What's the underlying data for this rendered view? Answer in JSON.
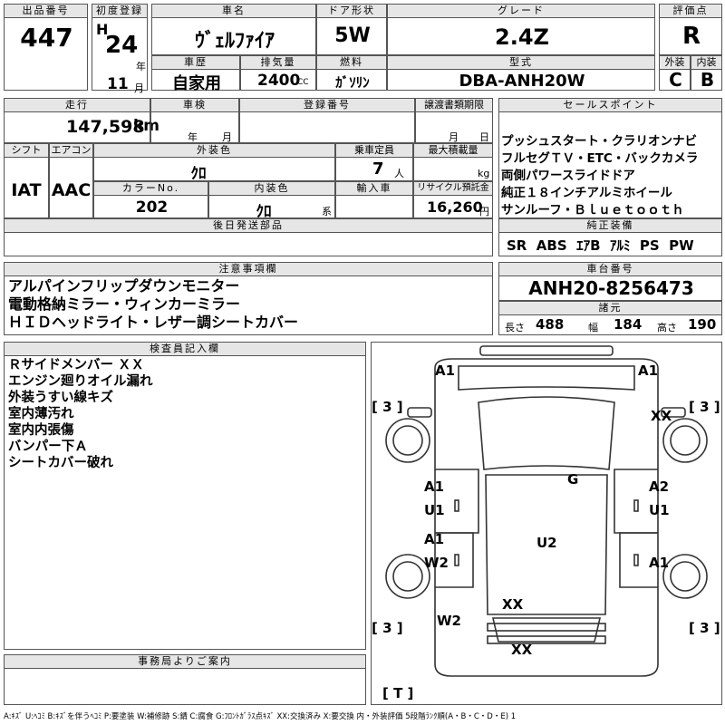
{
  "header": {
    "lot_label": "出品番号",
    "lot": "447",
    "first_reg_label": "初度登録",
    "era": "H",
    "year": "24",
    "year_unit": "年",
    "month": "11",
    "month_unit": "月",
    "name_label": "車名",
    "name": "ｳﾞｪﾙﾌｧｲｱ",
    "doors_label": "ドア形状",
    "doors": "5W",
    "grade_label": "グレード",
    "grade": "2.4Z",
    "score_label": "評価点",
    "score": "R",
    "history_label": "車歴",
    "history": "自家用",
    "displacement_label": "排気量",
    "displacement": "2400",
    "cc": "CC",
    "fuel_label": "燃料",
    "fuel": "ｶﾞｿﾘﾝ",
    "model_label": "型式",
    "model": "DBA-ANH20W",
    "ext_label": "外装",
    "ext": "C",
    "int_label": "内装",
    "int": "B"
  },
  "row2": {
    "mileage_label": "走行",
    "mileage": "147,598",
    "km": "km",
    "inspection_label": "車検",
    "y": "年",
    "m": "月",
    "plate_label": "登録番号",
    "transfer_label": "譲渡書類期限",
    "ty": "月",
    "td": "日",
    "shift_label": "シフト",
    "shift": "IAT",
    "ac_label": "エアコン",
    "ac": "AAC",
    "color_label": "外装色",
    "color": "ｸﾛ",
    "seats_label": "乗車定員",
    "seats": "7",
    "seats_unit": "人",
    "load_label": "最大積載量",
    "load_unit": "kg",
    "color_no_label": "カラーNo.",
    "color_no": "202",
    "int_color_label": "内装色",
    "int_color": "ｸﾛ",
    "int_color_unit": "系",
    "import_label": "輸入車",
    "recycle_label": "リサイクル預託金",
    "recycle": "16,260",
    "recycle_unit": "円",
    "later_label": "後日発送部品"
  },
  "sales": {
    "label": "セールスポイント",
    "lines": [
      "プッシュスタート・クラリオンナビ",
      "フルセグＴＶ・ETC・バックカメラ",
      "両側パワースライドドア",
      "純正１８インチアルミホイール",
      "サンルーフ・Ｂｌｕｅｔｏｏｔｈ"
    ],
    "equip_label": "純正装備",
    "equip": "SR  ABS  ｴｱB  ｱﾙﾐ  PS  PW"
  },
  "notes": {
    "label": "注意事項欄",
    "lines": [
      "アルパインフリップダウンモニター",
      "電動格納ミラー・ウィンカーミラー",
      "ＨＩＤヘッドライト・レザー調シートカバー"
    ]
  },
  "chassis": {
    "label": "車台番号",
    "value": "ANH20-8256473",
    "dims_label": "諸元",
    "len_label": "長さ",
    "len": "488",
    "wid_label": "幅",
    "wid": "184",
    "hgt_label": "高さ",
    "hgt": "190"
  },
  "inspector": {
    "label": "検査員記入欄",
    "lines": [
      "Ｒサイドメンバー ＸＸ",
      "エンジン廻りオイル漏れ",
      "外装うすい線キズ",
      "室内薄汚れ",
      "室内内張傷",
      "バンパー下Ａ",
      "シートカバー破れ"
    ]
  },
  "office": {
    "label": "事務局よりご案内"
  },
  "diagram": {
    "a1_fl": "A1",
    "a1_fr": "A1",
    "tire_fl": "[ 3 ]",
    "tire_fr": "[ 3 ]",
    "tire_rl": "[ 3 ]",
    "tire_rr": "[ 3 ]",
    "tire_t": "[ T ]",
    "xx_fender": "XX",
    "g": "G",
    "a1_ld": "A1",
    "u1_ld": "U1",
    "a2_rd": "A2",
    "u1_rd": "U1",
    "a1_lrd": "A1",
    "w2_lrd": "W2",
    "u2": "U2",
    "a1_rrd": "A1",
    "xx_rear": "XX",
    "w2_rear": "W2",
    "xx_bumper": "XX"
  },
  "legend": "A:ｷｽﾞ U:ﾍｺﾐ B:ｷｽﾞを伴うﾍｺﾐ P:要塗装 W:補修跡 S:錆 C:腐食 G:ﾌﾛﾝﾄｶﾞﾗｽ点ｷｽﾞ XX:交換済み X:要交換  内・外装評価 5段階ﾗﾝｸ順(A・B・C・D・E) 1"
}
